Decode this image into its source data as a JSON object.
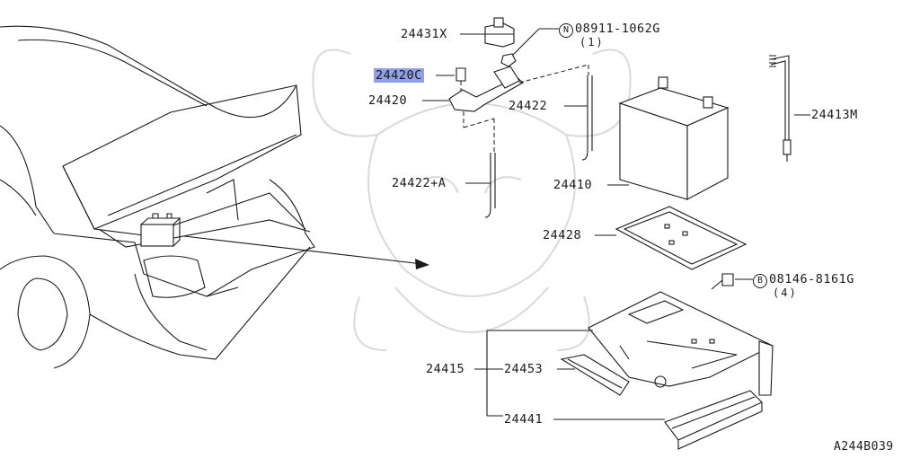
{
  "labels": {
    "p24431x": "24431X",
    "p24420c": "24420C",
    "p24420": "24420",
    "p24422": "24422",
    "p24422a": "24422+A",
    "p24410": "24410",
    "p24428": "24428",
    "p24413m": "24413M",
    "p24415": "24415",
    "p24453": "24453",
    "p24441": "24441"
  },
  "callouts": {
    "nut": {
      "marker": "N",
      "part": "08911-1062G",
      "qty": "(1)"
    },
    "bolt": {
      "marker": "B",
      "part": "08146-8161G",
      "qty": "(4)"
    }
  },
  "diagram_code": "A244B039",
  "highlight_color": "#8fa0e6"
}
